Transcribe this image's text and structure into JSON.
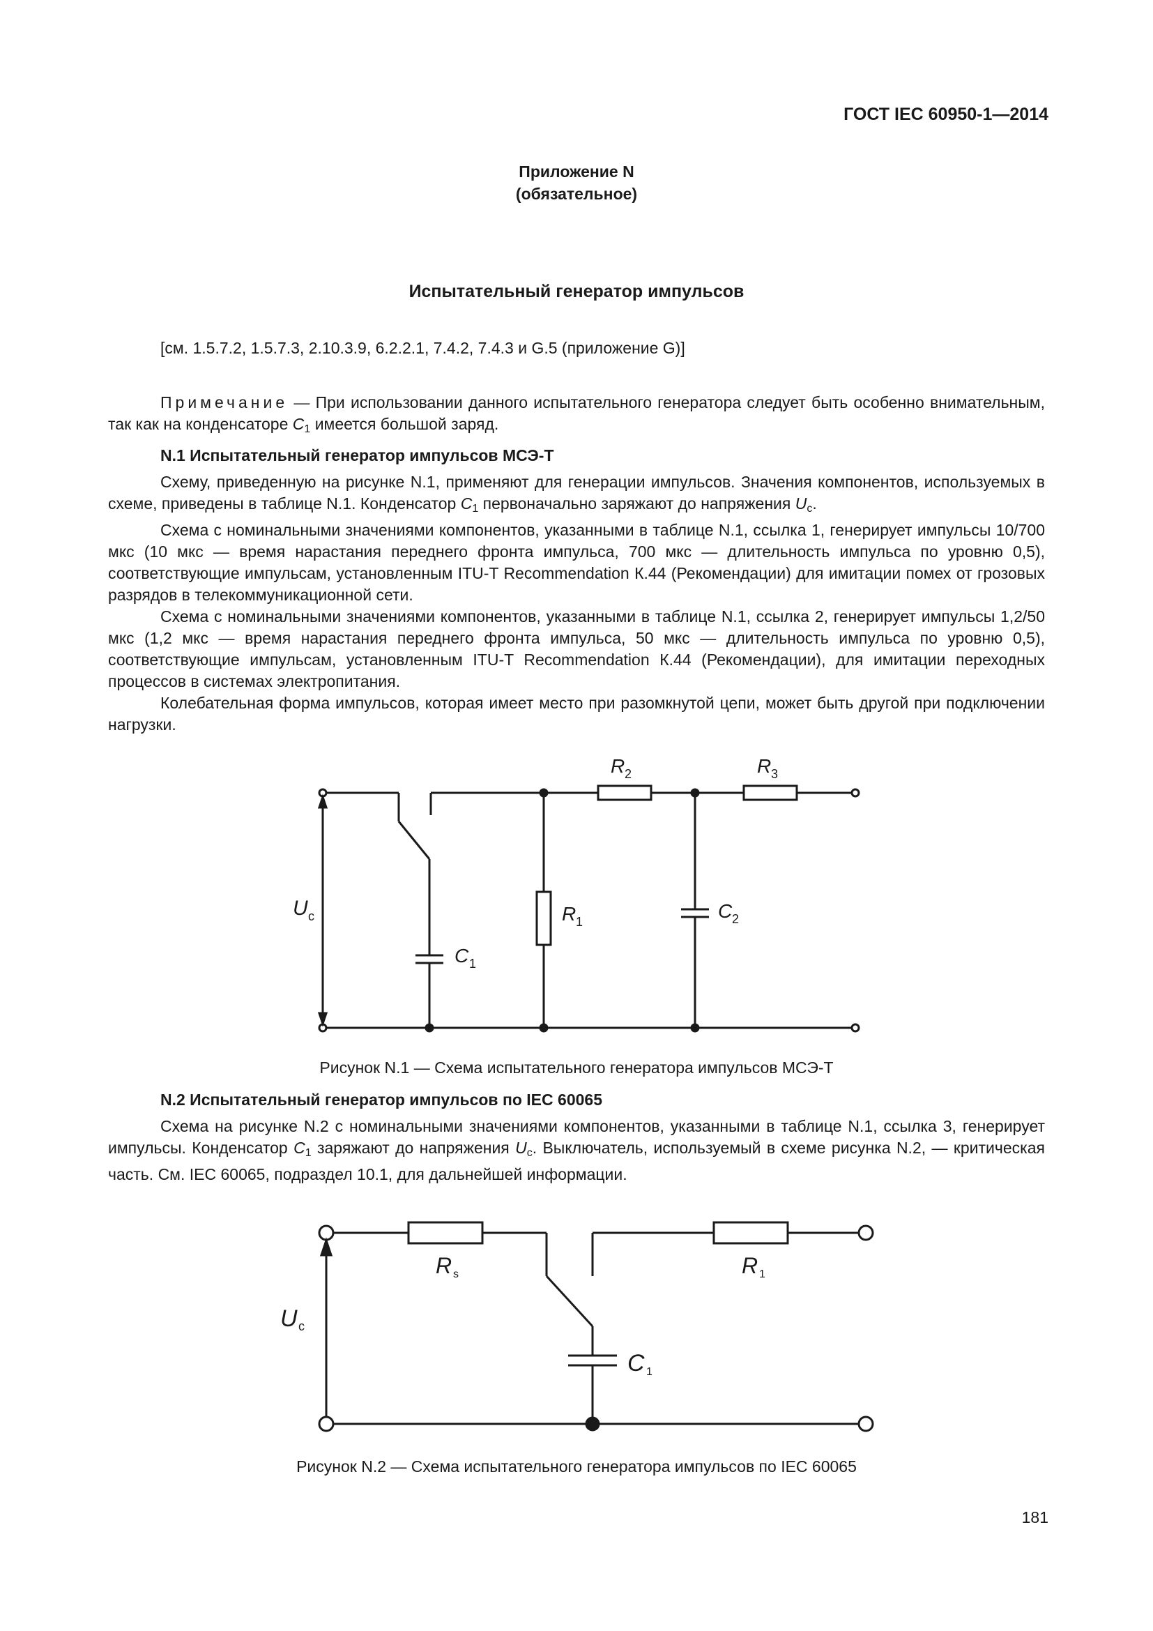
{
  "header": {
    "standard": "ГОСТ IEC 60950-1—2014"
  },
  "appendix": {
    "title": "Приложение N",
    "status": "(обязательное)"
  },
  "main_title": "Испытательный генератор импульсов",
  "references": "[см. 1.5.7.2, 1.5.7.3, 2.10.3.9, 6.2.2.1, 7.4.2, 7.4.3 и G.5 (приложение G)]",
  "note": {
    "label": "Примечание",
    "text_a": " — При использовании данного испытательного генератора следует быть особенно внимательным, так как на конденсаторе ",
    "sym": "C",
    "sub": "1",
    "text_b": " имеется большой заряд."
  },
  "section_n1": {
    "heading": "N.1 Испытательный генератор импульсов МСЭ-Т",
    "p1_a": "Схему, приведенную на рисунке N.1, применяют для генерации импульсов. Значения компонентов, используемых в схеме, приведены в таблице N.1. Конденсатор ",
    "p1_sym": "C",
    "p1_sub": "1",
    "p1_b": " первоначально заряжают до напряжения ",
    "p1_sym2": "U",
    "p1_sub2": "c",
    "p1_c": ".",
    "p2": "Схема с номинальными значениями компонентов, указанными в таблице N.1, ссылка 1, генерирует импульсы 10/700 мкс (10 мкс — время нарастания переднего фронта импульса, 700 мкс — длительность импульса по уровню 0,5), соответствующие импульсам, установленным ITU-T Recommendation К.44 (Рекомендации) для имитации помех от грозовых разрядов в телекоммуникационной сети.",
    "p3": "Схема с номинальными значениями компонентов, указанными в таблице N.1, ссылка 2, генерирует импульсы 1,2/50 мкс (1,2 мкс — время нарастания переднего фронта импульса, 50 мкс — длительность импульса по уровню 0,5), соответствующие импульсам, установленным ITU-T Recommendation К.44 (Рекомендации), для имитации переходных процессов в системах электропитания.",
    "p4": "Колебательная форма импульсов, которая имеет место при разомкнутой цепи, может быть другой при подключении нагрузки."
  },
  "figure1": {
    "labels": {
      "uc": "U",
      "uc_sub": "c",
      "c1": "C",
      "c1_sub": "1",
      "r1": "R",
      "r1_sub": "1",
      "c2": "C",
      "c2_sub": "2",
      "r2": "R",
      "r2_sub": "2",
      "r3": "R",
      "r3_sub": "3"
    },
    "caption": "Рисунок N.1 — Схема испытательного генератора импульсов МСЭ-Т"
  },
  "section_n2": {
    "heading": "N.2 Испытательный генератор импульсов по IEC 60065",
    "p1_a": "Схема на рисунке N.2 с номинальными значениями компонентов, указанными в таблице N.1, ссылка 3, генерирует импульсы. Конденсатор ",
    "p1_sym": "C",
    "p1_sub": "1",
    "p1_b": " заряжают до напряжения ",
    "p1_sym2": "U",
    "p1_sub2": "c",
    "p1_c": ". Выключатель, используемый в схеме рисунка N.2, — критическая часть. См. IEC 60065, подраздел 10.1, для дальнейшей информации."
  },
  "figure2": {
    "labels": {
      "uc": "U",
      "uc_sub": "c",
      "rs": "R",
      "rs_sub": "s",
      "r1": "R",
      "r1_sub": "1",
      "c1": "C",
      "c1_sub": "1"
    },
    "caption": "Рисунок N.2 — Схема испытательного генератора импульсов по IEC 60065"
  },
  "page_number": "181"
}
